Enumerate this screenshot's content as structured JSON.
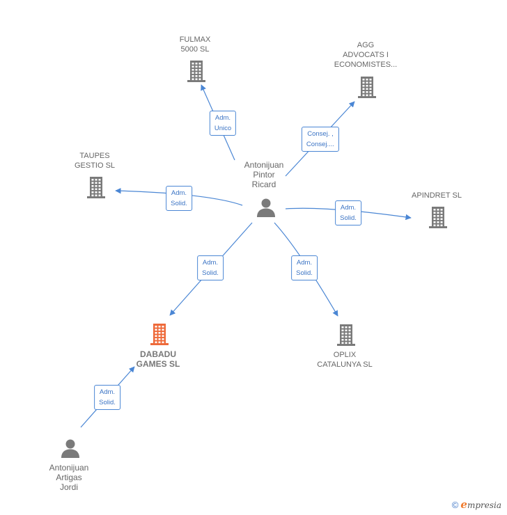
{
  "colors": {
    "edge": "#4a86d4",
    "company": "#7a7a7a",
    "focus_company": "#ee6a3a",
    "person": "#7a7a7a"
  },
  "nodes": [
    {
      "id": "center",
      "kind": "person",
      "lines": [
        "Antonijuan",
        "Pintor",
        "Ricard"
      ]
    },
    {
      "id": "fulmax",
      "kind": "company",
      "lines": [
        "FULMAX",
        "5000 SL"
      ]
    },
    {
      "id": "agg",
      "kind": "company",
      "lines": [
        "AGG",
        "ADVOCATS I",
        "ECONOMISTES..."
      ]
    },
    {
      "id": "taupes",
      "kind": "company",
      "lines": [
        "TAUPES",
        "GESTIO SL"
      ]
    },
    {
      "id": "apindret",
      "kind": "company",
      "lines": [
        "APINDRET SL"
      ]
    },
    {
      "id": "dabadu",
      "kind": "focus",
      "lines": [
        "DABADU",
        "GAMES  SL"
      ]
    },
    {
      "id": "oplix",
      "kind": "company",
      "lines": [
        "OPLIX",
        "CATALUNYA SL"
      ]
    },
    {
      "id": "artigas",
      "kind": "person",
      "lines": [
        "Antonijuan",
        "Artigas",
        "Jordi"
      ]
    }
  ],
  "edges": [
    {
      "from": "center",
      "to": "fulmax",
      "label": [
        "Adm.",
        "Unico"
      ]
    },
    {
      "from": "center",
      "to": "agg",
      "label": [
        "Consej. ,",
        "Consej...."
      ]
    },
    {
      "from": "center",
      "to": "taupes",
      "label": [
        "Adm.",
        "Solid."
      ]
    },
    {
      "from": "center",
      "to": "apindret",
      "label": [
        "Adm.",
        "Solid."
      ]
    },
    {
      "from": "center",
      "to": "dabadu",
      "label": [
        "Adm.",
        "Solid."
      ]
    },
    {
      "from": "center",
      "to": "oplix",
      "label": [
        "Adm.",
        "Solid."
      ]
    },
    {
      "from": "artigas",
      "to": "dabadu",
      "label": [
        "Adm.",
        "Solid."
      ]
    }
  ],
  "footer": {
    "copyright": "©",
    "brand_initial": "e",
    "brand_rest": "mpresia"
  }
}
